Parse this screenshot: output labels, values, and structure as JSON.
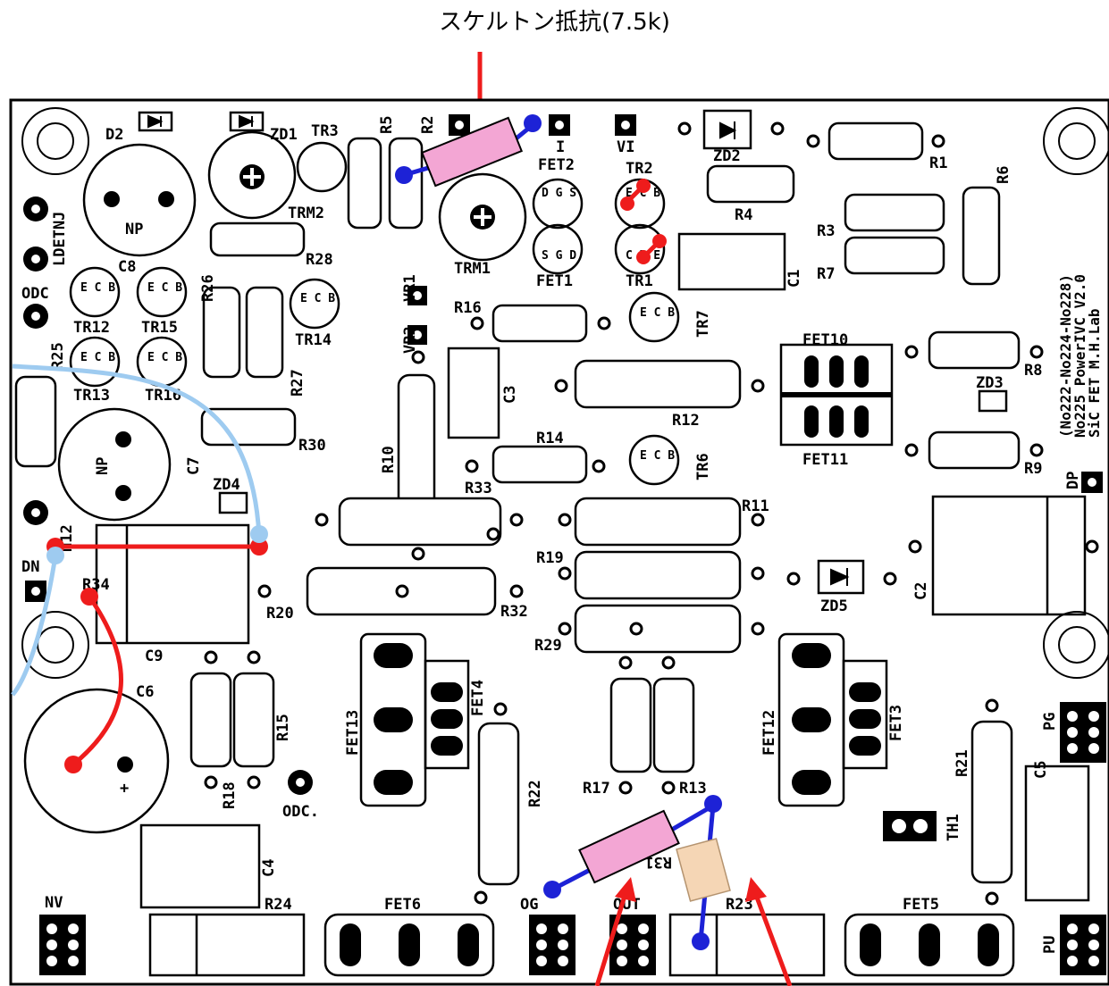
{
  "annotation": {
    "caption": "スケルトン抵抗(7.5k)"
  },
  "colors": {
    "wire_red": "#ee1c1c",
    "wire_blue": "#1d22d6",
    "wire_lightblue": "#9ecbf0",
    "skeleton_resistor": "#f3a6d4",
    "chip": "#f5d6b5"
  },
  "board": {
    "title_lines": [
      "(No222-No224-No228)",
      "No225 PowerIVC V2.0",
      "SiC FET  M.H.Lab"
    ],
    "labels": {
      "d2": "D2",
      "zd1": "ZD1",
      "tr3": "TR3",
      "r5": "R5",
      "r2": "R2",
      "i": "I",
      "vi": "VI",
      "zd2": "ZD2",
      "r1": "R1",
      "r6": "R6",
      "fet2": "FET2",
      "tr2": "TR2",
      "r4": "R4",
      "r3": "R3",
      "r7": "R7",
      "c1": "C1",
      "np1": "NP",
      "trm2": "TRM2",
      "r28": "R28",
      "trm1": "TRM1",
      "fet1": "FET1",
      "tr1": "TR1",
      "ldetn": "LDETNJ",
      "c8": "C8",
      "r26": "R26",
      "vr1": "VR1",
      "odc": "ODC",
      "tr12": "TR12",
      "tr15": "TR15",
      "tr14": "TR14",
      "r16": "R16",
      "tr7": "TR7",
      "fet10": "FET10",
      "r8": "R8",
      "zd3": "ZD3",
      "r25": "R25",
      "tr13": "TR13",
      "tr16": "TR16",
      "r27": "R27",
      "vr2": "VR2",
      "c3": "C3",
      "r12": "R12",
      "fet11": "FET11",
      "r9": "R9",
      "dp": "DP",
      "np2": "NP",
      "c7": "C7",
      "r30": "R30",
      "r10": "R10",
      "r14": "R14",
      "tr6": "TR6",
      "r33": "R33",
      "zd4": "ZD4",
      "n12": "N12",
      "r11": "R11",
      "dn": "DN",
      "r34": "R34",
      "r19": "R19",
      "zd5": "ZD5",
      "c2": "C2",
      "r20": "R20",
      "r32": "R32",
      "r29": "R29",
      "c9": "C9",
      "c6": "C6",
      "fet13": "FET13",
      "fet4": "FET4",
      "fet12": "FET12",
      "fet3": "FET3",
      "r15": "R15",
      "r22": "R22",
      "r21": "R21",
      "pg": "PG",
      "c5": "C5",
      "r18": "R18",
      "odc2": "ODC.",
      "r17": "R17",
      "r13": "R13",
      "th1": "TH1",
      "c4": "C4",
      "nv": "NV",
      "r24": "R24",
      "fet6": "FET6",
      "og": "OG",
      "out": "OUT",
      "r23": "R23",
      "fet5": "FET5",
      "pu": "PU",
      "ecb": "E C B",
      "dgs": "D G S",
      "sgd": "S G D",
      "cbe": "C B E",
      "plus": "+",
      "r31": "R31"
    }
  }
}
